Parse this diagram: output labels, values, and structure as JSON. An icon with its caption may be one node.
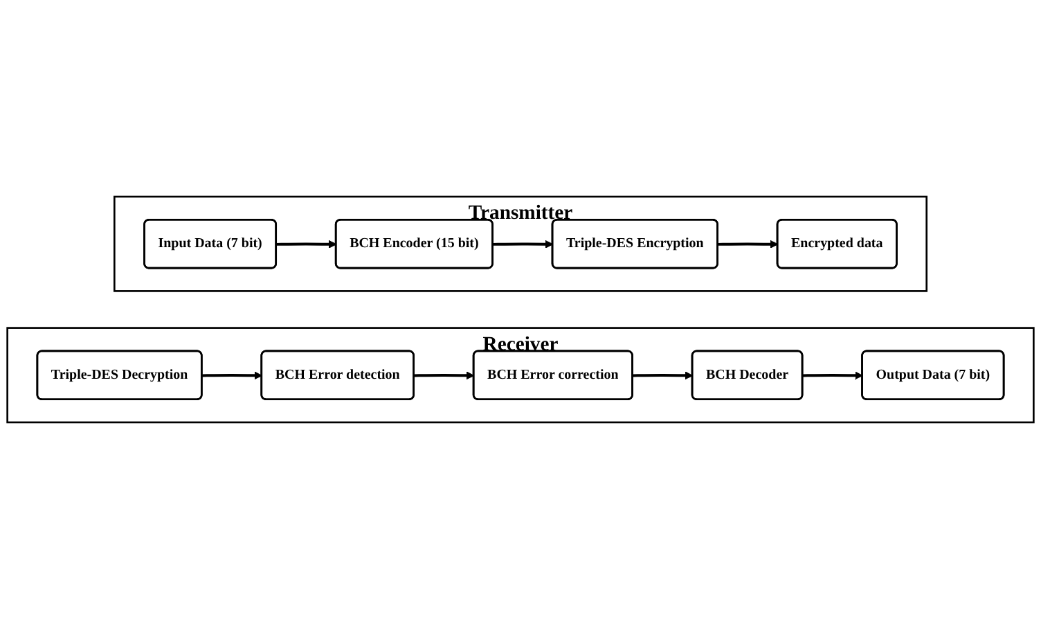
{
  "diagram": {
    "nodes": [
      {
        "text": [
          "Transmitter"
        ]
      },
      {
        "text": [
          "Input Data (7 bit)"
        ],
        "in": 0
      },
      {
        "text": [
          "BCH Encoder (15 bit)"
        ],
        "in": 0
      },
      {
        "text": [
          "Triple-DES Encryption"
        ],
        "in": 0
      },
      {
        "text": [
          "Encrypted data"
        ],
        "in": 0
      },
      {
        "text": [
          "Receiver"
        ]
      },
      {
        "text": [
          "Triple-DES Decryption"
        ],
        "in": 5
      },
      {
        "text": [
          "BCH Error detection"
        ],
        "in": 5
      },
      {
        "text": [
          "BCH Error correction"
        ],
        "in": 5
      },
      {
        "text": [
          "BCH Decoder"
        ],
        "in": 5
      },
      {
        "text": [
          "Output Data (7 bit)"
        ],
        "in": 5
      }
    ],
    "edges": [
      {
        "from": 1,
        "to": 2,
        "arrow": "to"
      },
      {
        "from": 2,
        "to": 3,
        "arrow": "to"
      },
      {
        "from": 3,
        "to": 4,
        "arrow": "to"
      },
      {
        "from": 6,
        "to": 7,
        "arrow": "to"
      },
      {
        "from": 7,
        "to": 8,
        "arrow": "to"
      },
      {
        "from": 8,
        "to": 9,
        "arrow": "to"
      },
      {
        "from": 9,
        "to": 10,
        "arrow": "to"
      }
    ]
  }
}
